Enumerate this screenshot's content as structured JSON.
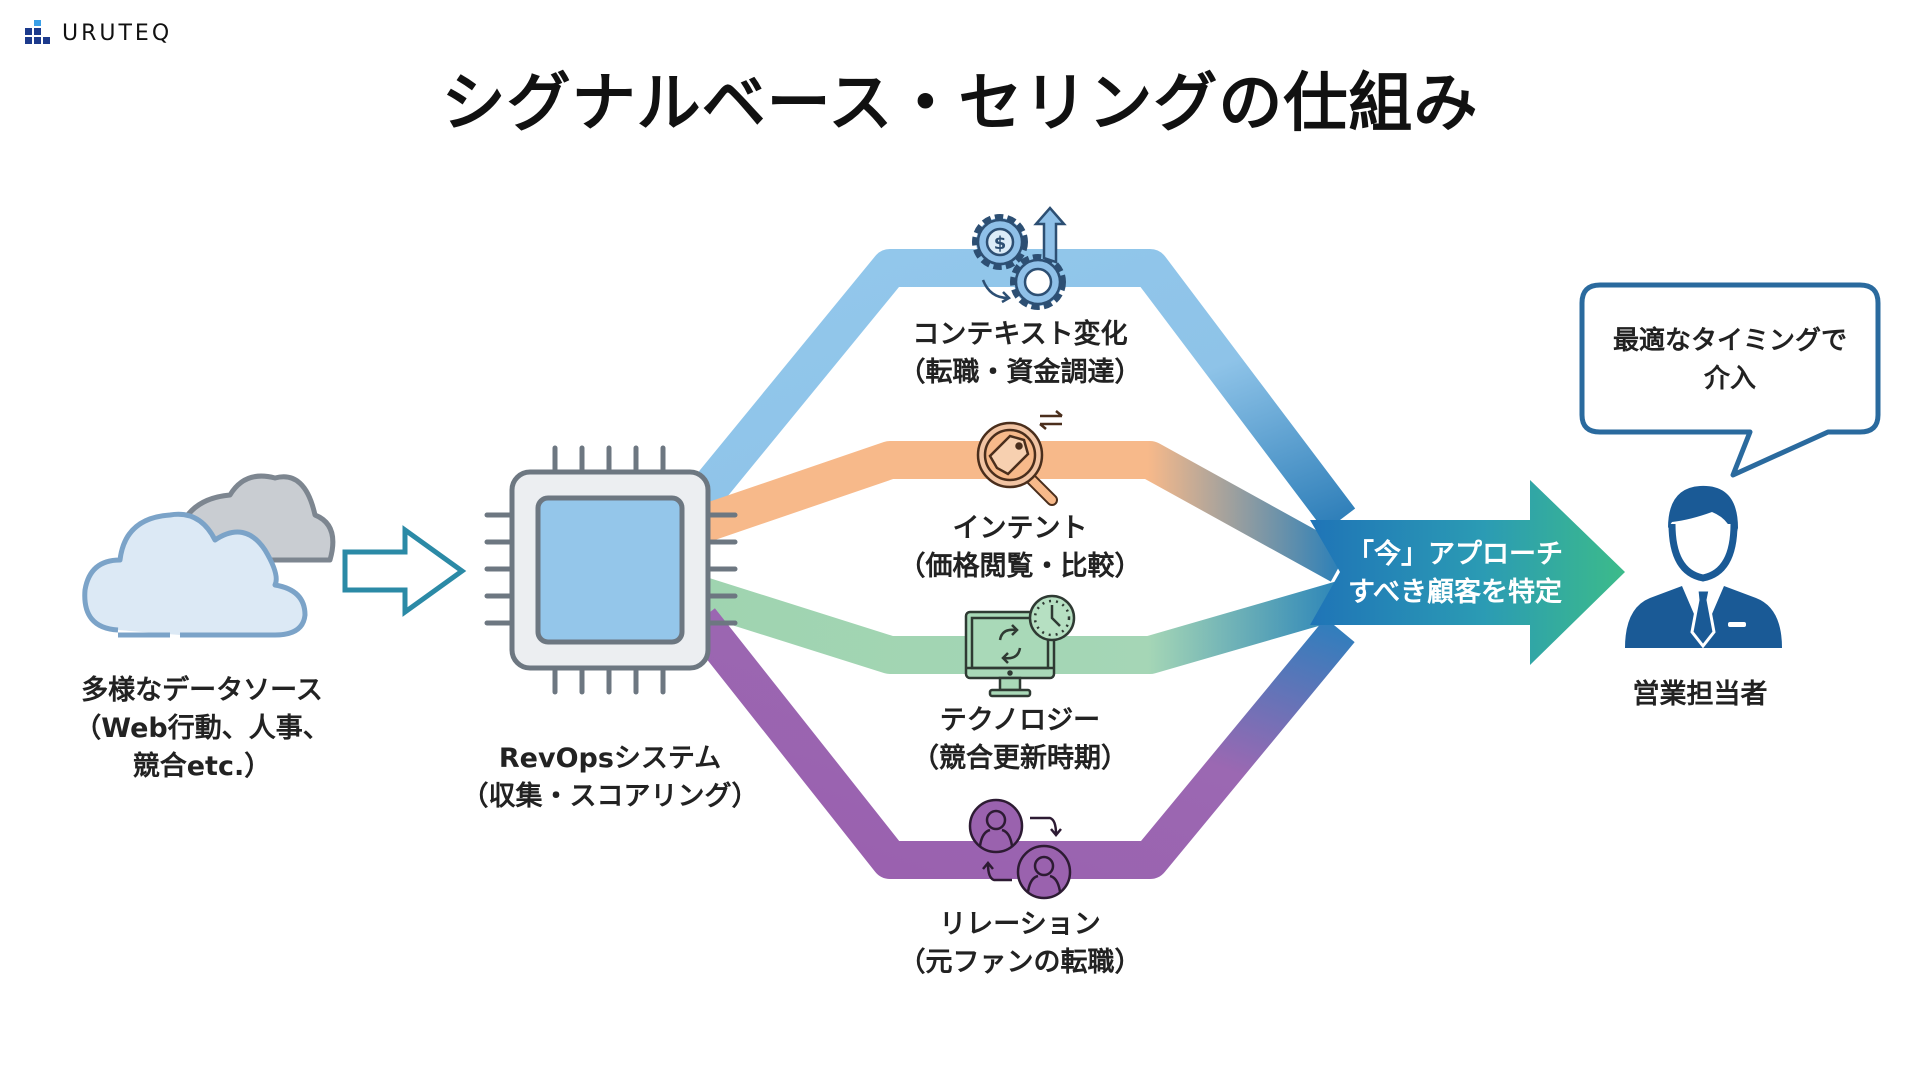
{
  "brand": {
    "name": "URUTEQ"
  },
  "title": "シグナルベース・セリングの仕組み",
  "colors": {
    "context": "#8ec3e8",
    "intent": "#f7b98a",
    "technology": "#9fd4b0",
    "relation": "#9a62ae",
    "arrow_start": "#1f78b8",
    "arrow_end": "#35b58e",
    "person": "#1a5a96"
  },
  "nodes": {
    "source": {
      "line1": "多様なデータソース",
      "line2": "（Web行動、人事、",
      "line3": "競合etc.）"
    },
    "system": {
      "line1": "RevOpsシステム",
      "line2": "（収集・スコアリング）"
    },
    "output": {
      "line1": "「今」アプローチ",
      "line2": "すべき顧客を特定"
    },
    "sales": {
      "label": "営業担当者"
    },
    "bubble": {
      "line1": "最適なタイミングで",
      "line2": "介入"
    }
  },
  "signals": [
    {
      "id": "context",
      "title": "コンテキスト変化",
      "detail": "（転職・資金調達）",
      "icon": "gears-dollar-icon"
    },
    {
      "id": "intent",
      "title": "インテント",
      "detail": "（価格閲覧・比較）",
      "icon": "magnifier-price-tag-icon"
    },
    {
      "id": "technology",
      "title": "テクノロジー",
      "detail": "（競合更新時期）",
      "icon": "monitor-clock-icon"
    },
    {
      "id": "relation",
      "title": "リレーション",
      "detail": "（元ファンの転職）",
      "icon": "person-swap-icon"
    }
  ]
}
